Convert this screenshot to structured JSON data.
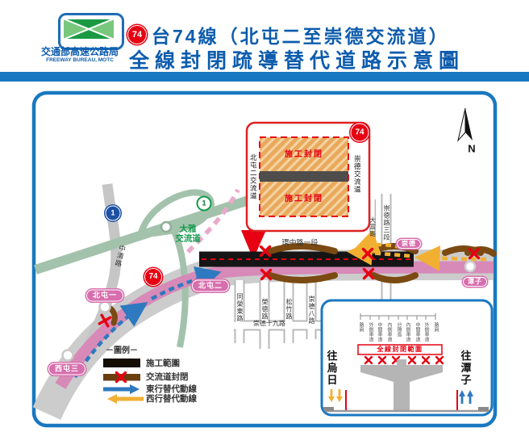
{
  "header": {
    "org_name": "交通部高速公路局",
    "org_name_en": "FREEWAY BUREAU, MOTC",
    "shield": "74",
    "title_line1": "台74線（北屯二至崇德交流道）",
    "title_line2": "全線封閉疏導替代道路示意圖"
  },
  "map": {
    "compass_n": "N",
    "callout": {
      "top": "施工封閉",
      "bottom": "施工封閉",
      "left": "北屯二交流道",
      "right": "崇德交流道",
      "shield": "74"
    },
    "shields": {
      "freeway_1": "1",
      "provincial_1": "1",
      "route_74": "74"
    },
    "daya": {
      "line1": "大雅",
      "line2": "交流道"
    },
    "roads": {
      "huanzhong": "環中路一段",
      "zhongqing": "中清路",
      "tongrong": "同榮東路",
      "rongde": "榮德路",
      "songzhu": "松竹路",
      "chongde8": "崇德八路",
      "chongde19": "崇德十九路",
      "dafu": "大富路",
      "chongde3": "崇德路三段"
    },
    "interchanges": {
      "xitun3": "西屯三",
      "beitun1": "北屯一",
      "beitun2": "北屯二",
      "chongde": "崇德",
      "tanzi": "潭子"
    },
    "legend": {
      "title": "－圖例－",
      "items": [
        {
          "label": "施工範圍"
        },
        {
          "label": "交流道封閉"
        },
        {
          "label": "東行替代動線"
        },
        {
          "label": "西行替代動線"
        }
      ]
    },
    "inset": {
      "lanes": [
        "路肩",
        "外側車道",
        "中間車道",
        "內側車道",
        "分隔島",
        "內側車道",
        "中間車道",
        "外側車道",
        "路肩"
      ],
      "closure": "全線封閉範圍",
      "left_dir": "往烏日",
      "right_dir": "往潭子"
    }
  },
  "colors": {
    "accent_blue": "#1878c0",
    "title_blue": "#0d5cad",
    "closure_red": "#e60012",
    "route_pink": "#d78ab7",
    "highway_green": "#a3c2ac",
    "ramp_brown": "#7b4a12",
    "eastbound_blue": "#2e79c0",
    "westbound_yellow": "#f2b033",
    "construction_black": "#151515"
  }
}
